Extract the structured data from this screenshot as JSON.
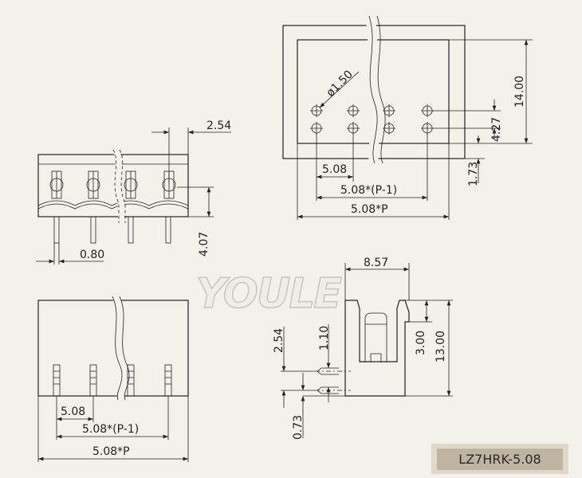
{
  "watermark": "YOULE",
  "part_number": "LZ7HRK-5.08",
  "colors": {
    "background": "#f4f1ea",
    "line": "#222222",
    "badge_outer": "#e0d8c8",
    "badge_inner": "#bfb3a2"
  },
  "top_view": {
    "hole_dia": "ø1.50",
    "height": "14.00",
    "row_spacing": "4.27",
    "edge_offset": "1.73",
    "pitch": "5.08",
    "span": "5.08*(P-1)",
    "length": "5.08*P"
  },
  "front_view": {
    "offset": "2.54",
    "pin_height": "4.07",
    "pin_width": "0.80"
  },
  "bottom_view": {
    "pitch": "5.08",
    "span": "5.08*(P-1)",
    "length": "5.08*P"
  },
  "side_view": {
    "depth": "8.57",
    "height": "13.00",
    "step": "3.00",
    "pin_spacing": "2.54",
    "pin_offset": "1.10",
    "pin_base": "0.73"
  }
}
